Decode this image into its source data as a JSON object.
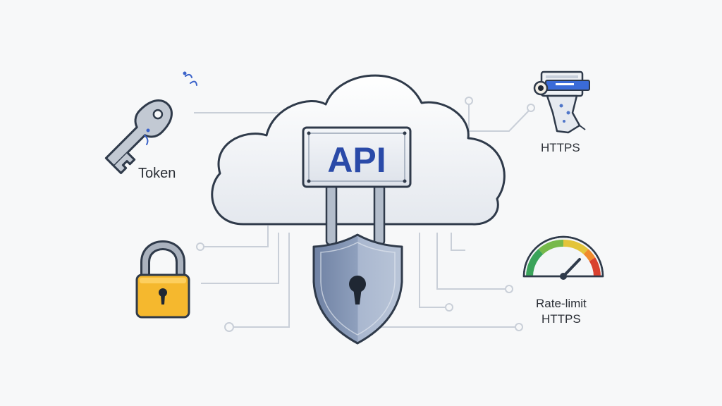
{
  "center": {
    "api_label": "API"
  },
  "labels": {
    "token": "Token",
    "https_top": "HTTPS",
    "rate_limit_line1": "Rate-limit",
    "rate_limit_line2": "HTTPS"
  },
  "icons": {
    "key": "key-icon",
    "padlock": "padlock-icon",
    "https": "https-server-icon",
    "gauge": "rate-gauge-icon",
    "cloud": "cloud-icon",
    "shield": "shield-keyhole-icon"
  },
  "colors": {
    "background": "#f7f8f9",
    "outline": "#2f3a4a",
    "api_text": "#2a4aa8",
    "padlock_body": "#f5b82e",
    "shield_fill": "#8fa0bd",
    "connector": "#c9cfd8",
    "gauge_green": "#3aa35a",
    "gauge_yellow": "#e3c43a",
    "gauge_red": "#d9412f"
  }
}
